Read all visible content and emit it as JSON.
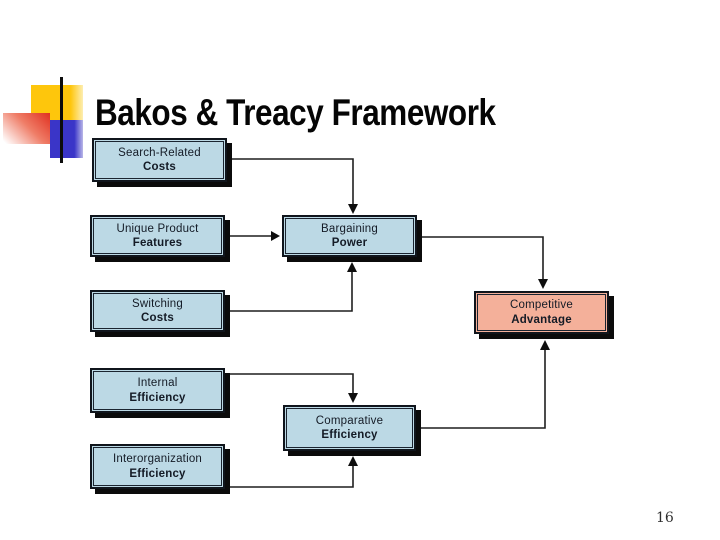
{
  "slide": {
    "title": "Bakos & Treacy Framework",
    "page_number": "16",
    "background": "#ffffff"
  },
  "decoration": {
    "yellow_square": "#fec60c",
    "red_square_gradient": "#e03020",
    "blue_square": "#3a35c8",
    "vertical_rule": "#0c0c0c"
  },
  "diagram": {
    "colors": {
      "node_fill_blue": "#bcd9e5",
      "node_fill_salmon": "#f4b09a",
      "node_border": "#10151c",
      "node_shadow": "#0b0b0b",
      "connector": "#1f1f1f",
      "text": "#141b26"
    },
    "nodes": [
      {
        "id": "search-related-costs",
        "line1": "Search-Related",
        "line2": "Costs",
        "fill": "blue"
      },
      {
        "id": "unique-product-features",
        "line1": "Unique Product",
        "line2": "Features",
        "fill": "blue"
      },
      {
        "id": "switching-costs",
        "line1": "Switching",
        "line2": "Costs",
        "fill": "blue"
      },
      {
        "id": "internal-efficiency",
        "line1": "Internal",
        "line2": "Efficiency",
        "fill": "blue"
      },
      {
        "id": "interorganization-efficiency",
        "line1": "Interorganization",
        "line2": "Efficiency",
        "fill": "blue"
      },
      {
        "id": "bargaining-power",
        "line1": "Bargaining",
        "line2": "Power",
        "fill": "blue"
      },
      {
        "id": "comparative-efficiency",
        "line1": "Comparative",
        "line2": "Efficiency",
        "fill": "blue"
      },
      {
        "id": "competitive-advantage",
        "line1": "Competitive",
        "line2": "Advantage",
        "fill": "salmon"
      }
    ],
    "edges": [
      {
        "from": "search-related-costs",
        "to": "bargaining-power",
        "enters": "top"
      },
      {
        "from": "unique-product-features",
        "to": "bargaining-power",
        "enters": "left"
      },
      {
        "from": "switching-costs",
        "to": "bargaining-power",
        "enters": "bottom"
      },
      {
        "from": "internal-efficiency",
        "to": "comparative-efficiency",
        "enters": "top"
      },
      {
        "from": "interorganization-efficiency",
        "to": "comparative-efficiency",
        "enters": "bottom"
      },
      {
        "from": "bargaining-power",
        "to": "competitive-advantage",
        "enters": "top"
      },
      {
        "from": "comparative-efficiency",
        "to": "competitive-advantage",
        "enters": "bottom"
      }
    ]
  }
}
